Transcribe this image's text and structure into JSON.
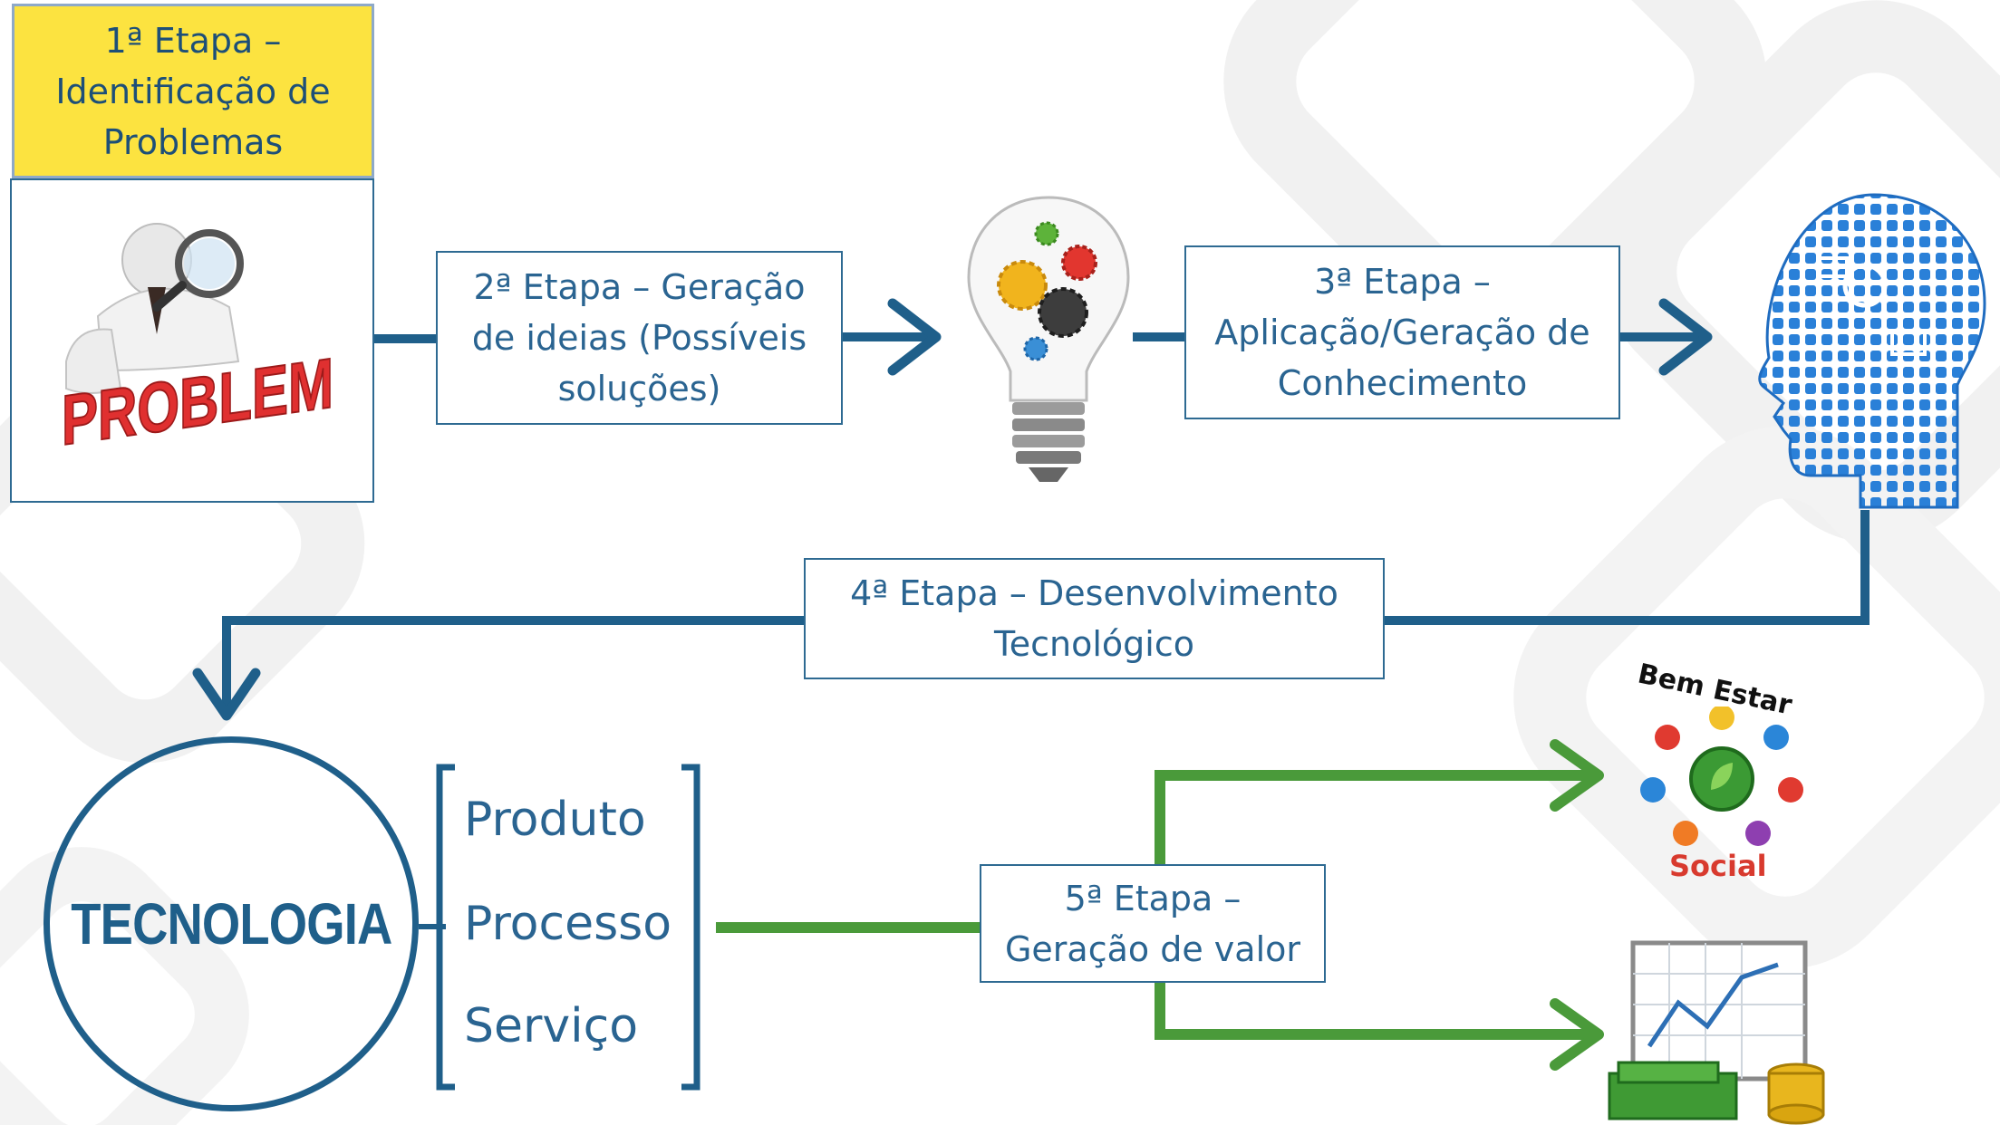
{
  "stages": {
    "stage1": [
      "1ª Etapa –",
      "Identificação de",
      "Problemas"
    ],
    "stage2": [
      "2ª Etapa – Geração",
      "de ideias (Possíveis",
      "soluções)"
    ],
    "stage3": [
      "3ª Etapa –",
      "Aplicação/Geração de",
      "Conhecimento"
    ],
    "stage4": [
      "4ª Etapa – Desenvolvimento",
      "Tecnológico"
    ],
    "stage5": [
      "5ª Etapa –",
      "Geração de valor"
    ]
  },
  "problem_image_text": "PROBLEM",
  "technology": "TECNOLOGIA",
  "outputs": [
    "Produto",
    "Processo",
    "Serviço"
  ],
  "social_logo": {
    "top_text": "Bem Estar",
    "bottom_text": "Social"
  },
  "colors": {
    "flow_blue": "#1f5f8a",
    "value_green": "#4a9a3a",
    "highlight_yellow": "#fce340",
    "text_blue": "#2a6491"
  },
  "icons": [
    "problem-figure-icon",
    "lightbulb-gears-icon",
    "knowledge-head-icon",
    "wellbeing-people-icon",
    "money-chart-icon"
  ]
}
